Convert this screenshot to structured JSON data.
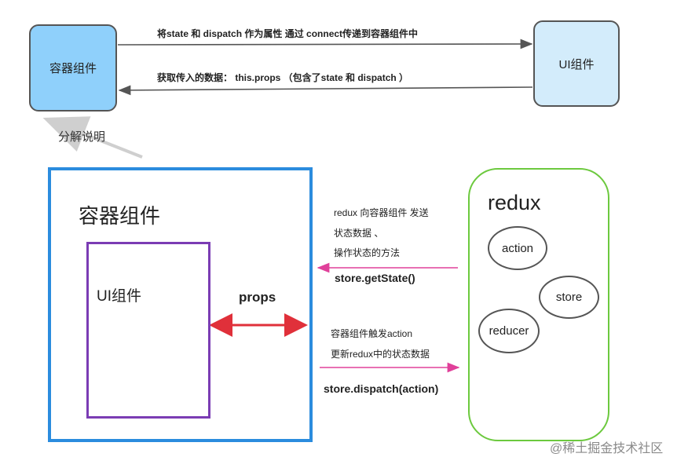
{
  "top": {
    "container_label": "容器组件",
    "ui_label": "UI组件",
    "arrow_to_ui": "将state 和 dispatch 作为属性 通过 connect传递到容器组件中",
    "arrow_to_container": "获取传入的数据： this.props    （包含了state 和 dispatch ）"
  },
  "explain_label": "分解说明",
  "container": {
    "title": "容器组件",
    "ui_title": "UI组件",
    "props_label": "props"
  },
  "redux": {
    "title": "redux",
    "nodes": [
      "action",
      "store",
      "reducer"
    ]
  },
  "flow": {
    "send_lines": [
      "redux 向容器组件 发送",
      "状态数据 、",
      "操作状态的方法"
    ],
    "get_state": "store.getState()",
    "dispatch_lines": [
      "容器组件触发action",
      "更新redux中的状态数据"
    ],
    "dispatch_call": "store.dispatch(action)"
  },
  "watermark": "@稀土掘金技术社区",
  "colors": {
    "container_top_fill": "#8fd0fb",
    "ui_top_fill": "#d3ecfb",
    "container_border": "#2b8cde",
    "ui_border": "#7b3cb4",
    "redux_border": "#6cc93e",
    "props_arrow": "#e0303a",
    "flow_arrow": "#e0409a"
  }
}
